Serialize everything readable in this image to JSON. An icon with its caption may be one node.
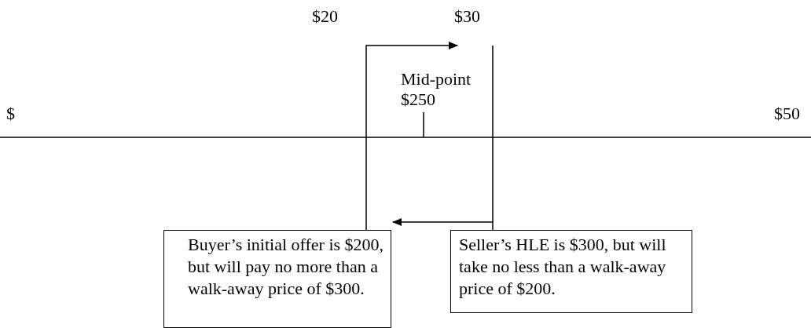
{
  "diagram": {
    "nodes": [
      {
        "text": [
          "Buyer’s initial offer is $200, but will pay no more than a walk-away price of  $300."
        ]
      },
      {
        "text": [
          "Seller’s HLE is  $300, but will take no less than a walk-away price of $200."
        ]
      }
    ],
    "edges": [
      {
        "from": 0,
        "to": null,
        "arrow": "to"
      },
      {
        "from": 1,
        "to": 0,
        "arrow": "to"
      }
    ],
    "labels": [
      "$20",
      "$30",
      "Mid-point $250",
      "$",
      "$50"
    ]
  }
}
